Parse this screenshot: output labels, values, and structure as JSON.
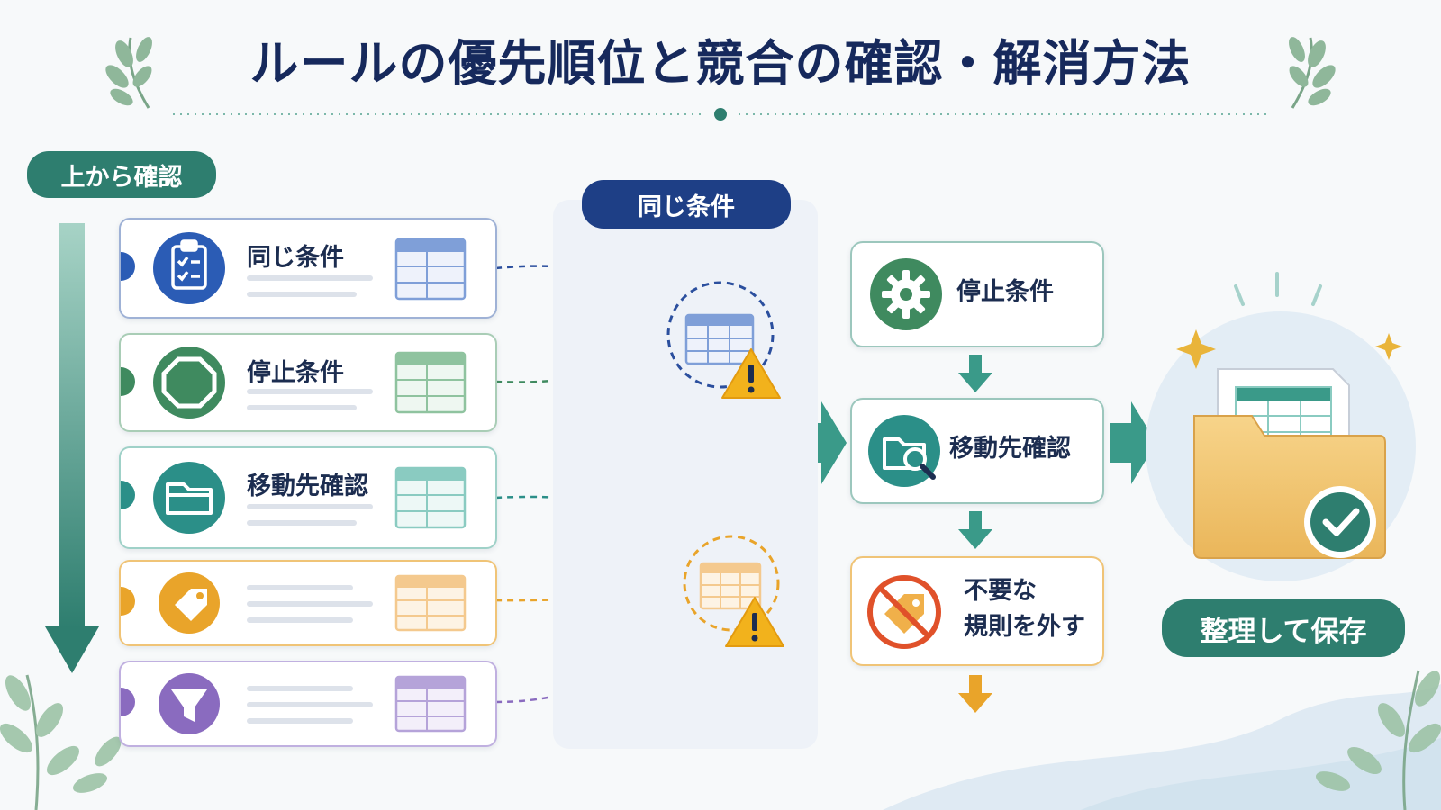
{
  "title": "ルールの優先順位と競合の確認・解消方法",
  "left_column": {
    "pill": "上から確認",
    "rules": [
      {
        "label": "同じ条件",
        "icon": "clipboard-check-icon",
        "color": "#2b5cb5",
        "table_color": "#7f9fd8"
      },
      {
        "label": "停止条件",
        "icon": "octagon-stop-icon",
        "color": "#3f8a5f",
        "table_color": "#8fc39f"
      },
      {
        "label": "移動先確認",
        "icon": "folder-icon",
        "color": "#2b8f88",
        "table_color": "#8acbc1"
      },
      {
        "label": "",
        "icon": "tag-icon",
        "color": "#e9a42a",
        "table_color": "#f4c98e"
      },
      {
        "label": "",
        "icon": "filter-icon",
        "color": "#8a6bbf",
        "table_color": "#b5a3d9"
      }
    ]
  },
  "middle": {
    "pill": "同じ条件",
    "conflicts": [
      {
        "icon": "table-warning-icon",
        "color": "#2b4f9e"
      },
      {
        "icon": "table-warning-icon",
        "color": "#e9a42a"
      }
    ]
  },
  "flow": {
    "steps": [
      {
        "label": "停止条件",
        "icon": "gear-icon"
      },
      {
        "label": "移動先確認",
        "icon": "folder-search-icon"
      },
      {
        "label_line1": "不要な",
        "label_line2": "規則を外す",
        "icon": "tag-prohibited-icon"
      }
    ]
  },
  "result": {
    "label": "整理して保存",
    "icon": "folder-check-icon"
  },
  "colors": {
    "teal": "#2e7e6f",
    "navy": "#1e3f86",
    "orange": "#e9a42a",
    "warning": "#f2b21c"
  }
}
